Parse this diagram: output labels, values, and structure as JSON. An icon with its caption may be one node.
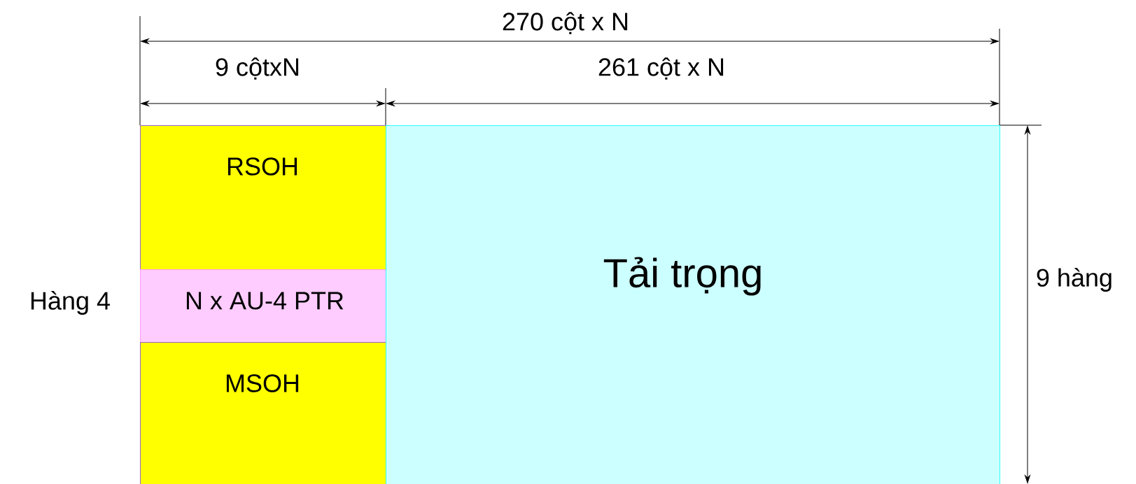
{
  "diagram": {
    "nodes": [
      {
        "text": [
          "RSOH"
        ]
      },
      {
        "text": [
          "N x AU-4 PTR"
        ]
      },
      {
        "text": [
          "MSOH"
        ]
      },
      {
        "text": [
          "Tải trọng"
        ]
      }
    ],
    "labels": [
      "270 cột x N",
      "9 cộtxN",
      "261 cột x N",
      "Hàng 4",
      "9 hàng"
    ]
  }
}
